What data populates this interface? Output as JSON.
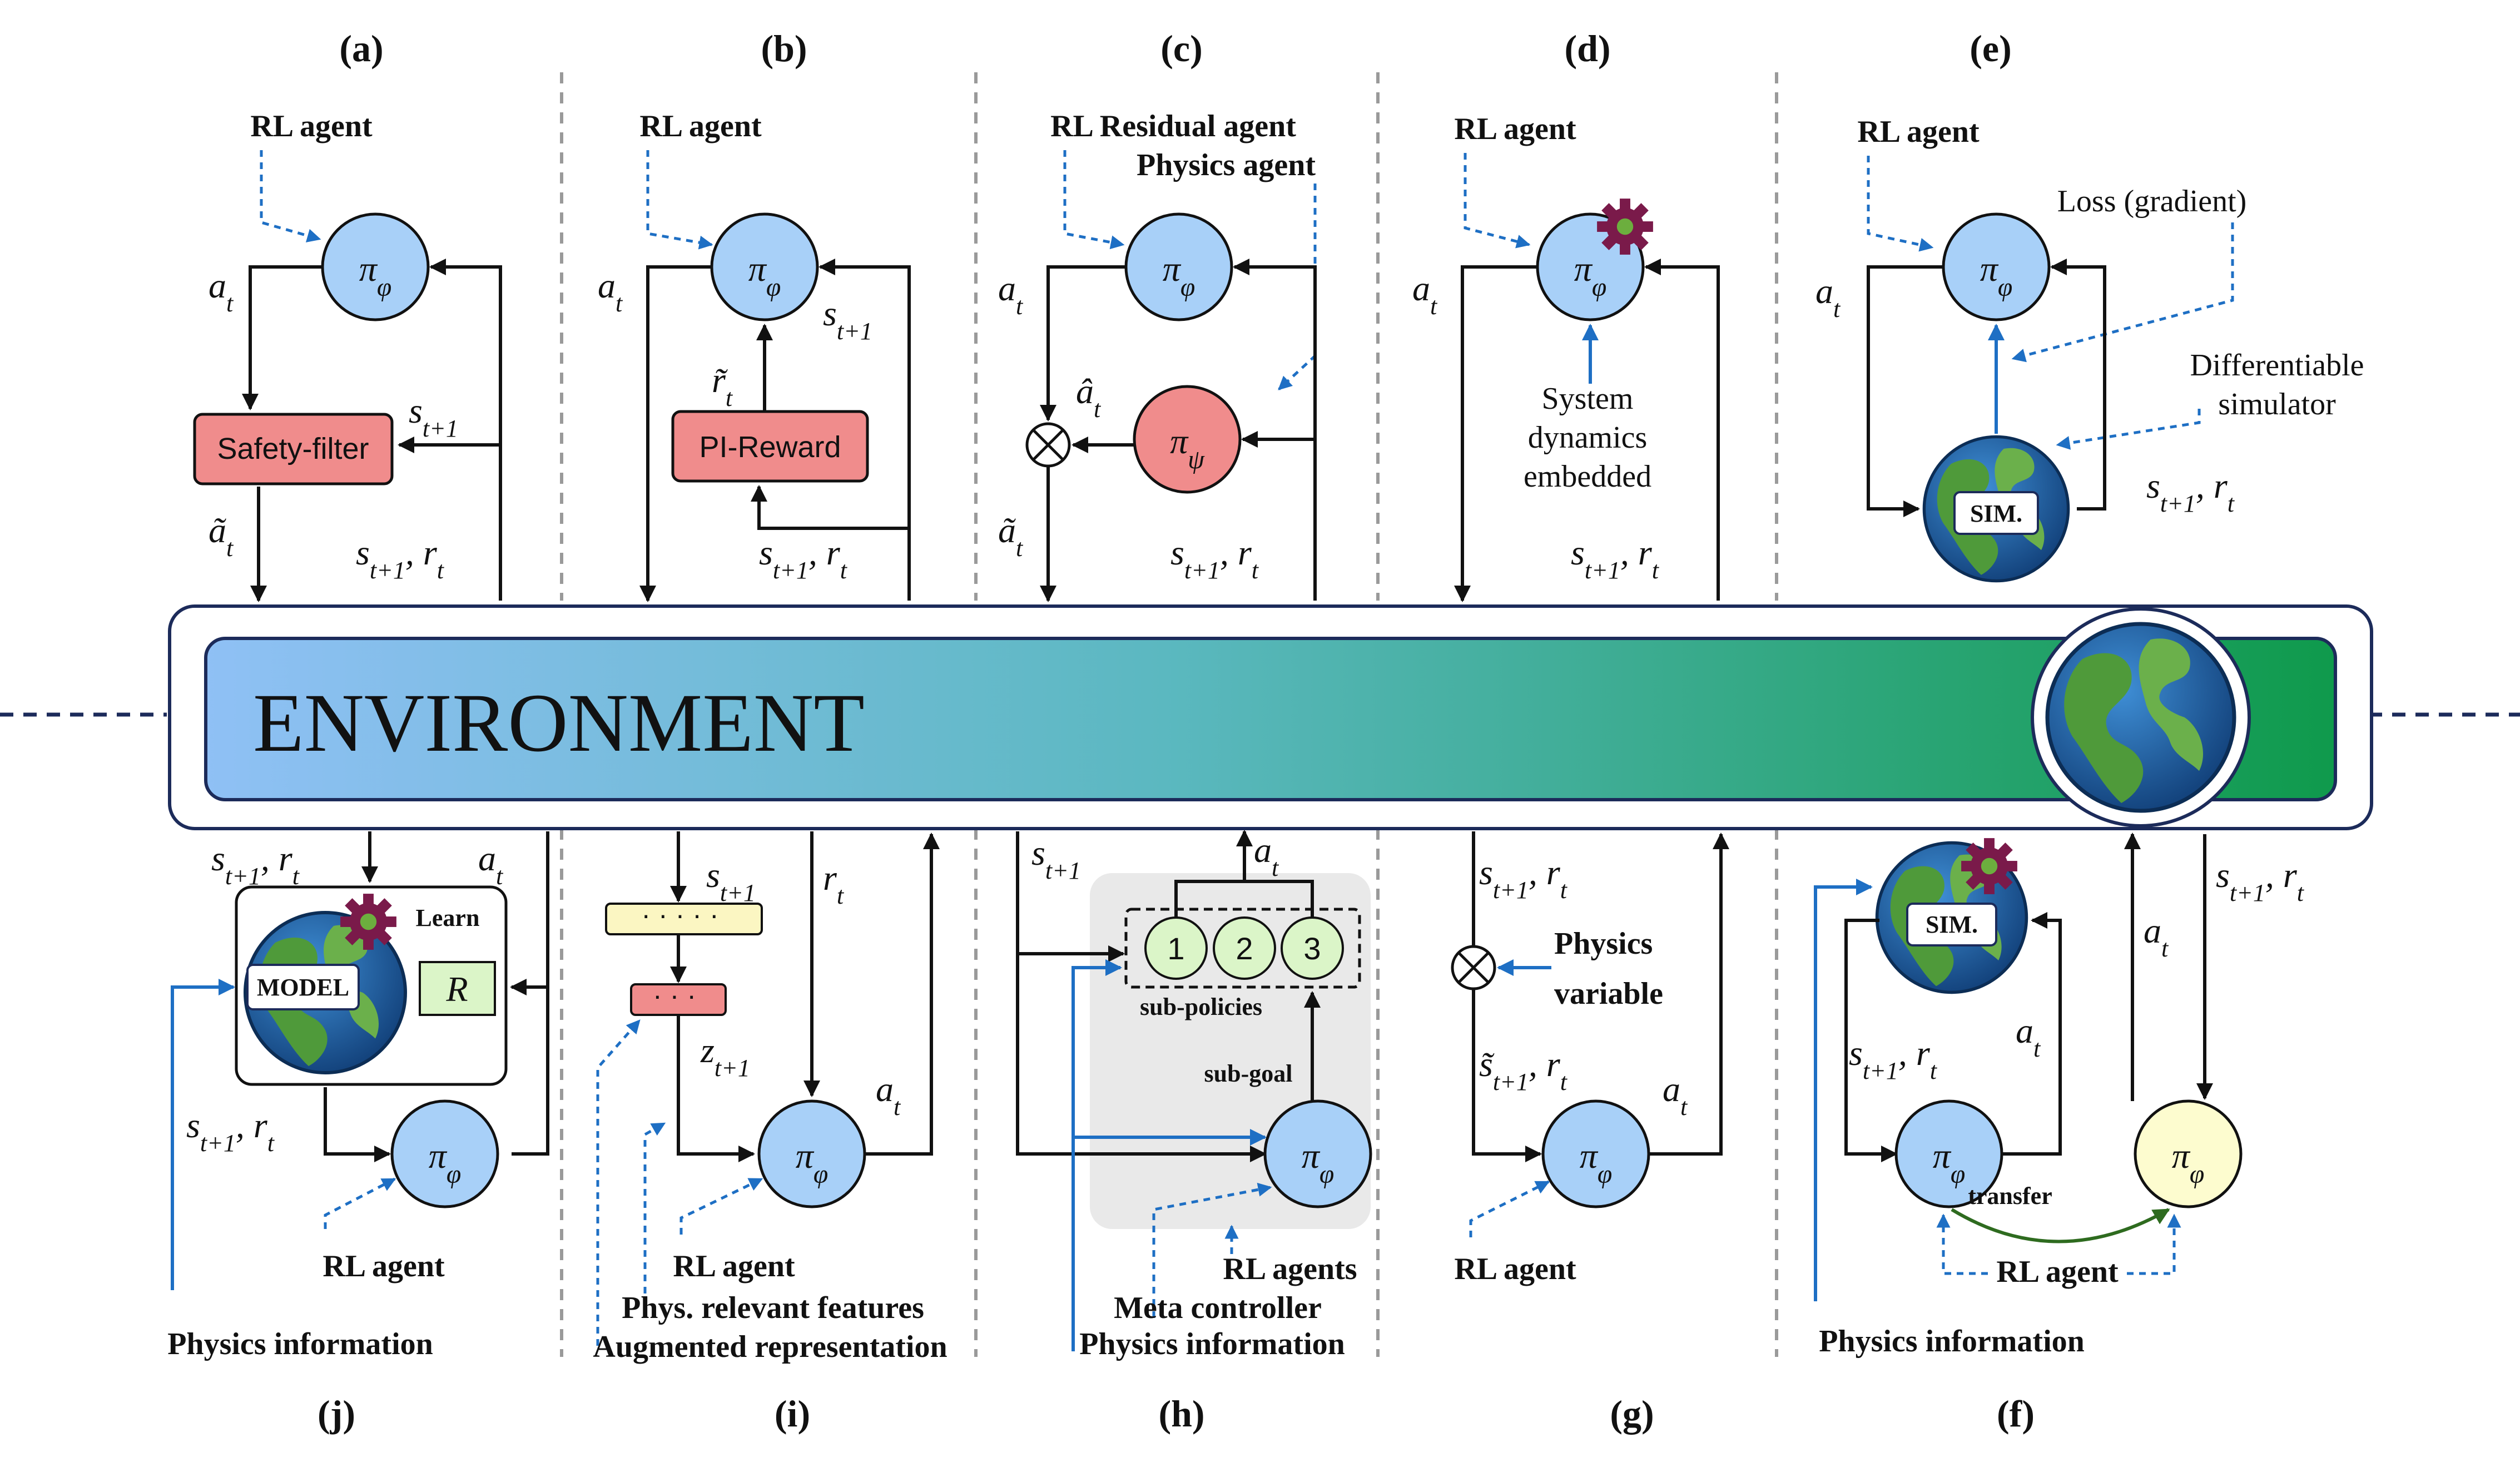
{
  "panels": {
    "a": {
      "tag": "(a)",
      "agent": "RL agent",
      "filter": "Safety-filter"
    },
    "b": {
      "tag": "(b)",
      "agent": "RL agent",
      "reward": "PI-Reward"
    },
    "c": {
      "tag": "(c)",
      "agent": "RL Residual agent",
      "agent2": "Physics agent"
    },
    "d": {
      "tag": "(d)",
      "agent": "RL agent",
      "note_l1": "System",
      "note_l2": "dynamics",
      "note_l3": "embedded"
    },
    "e": {
      "tag": "(e)",
      "agent": "RL agent",
      "loss": "Loss (gradient)",
      "sim_l1": "Differentiable",
      "sim_l2": "simulator",
      "sim_badge": "SIM."
    },
    "f": {
      "tag": "(f)",
      "agent": "RL agent",
      "transfer": "transfer",
      "info": "Physics information",
      "sim_badge": "SIM."
    },
    "g": {
      "tag": "(g)",
      "agent": "RL agent",
      "var_l1": "Physics",
      "var_l2": "variable"
    },
    "h": {
      "tag": "(h)",
      "sub_policies": "sub-policies",
      "sub_goal": "sub-goal",
      "agents": "RL agents",
      "meta": "Meta controller",
      "info": "Physics information",
      "nums": [
        "1",
        "2",
        "3"
      ]
    },
    "i": {
      "tag": "(i)",
      "agent": "RL agent",
      "feat": "Phys. relevant features",
      "aug": "Augmented representation"
    },
    "j": {
      "tag": "(j)",
      "agent": "RL agent",
      "learn": "Learn",
      "model": "MODEL",
      "r": "R",
      "info": "Physics information"
    }
  },
  "environment": {
    "label": "ENVIRONMENT"
  },
  "math": {
    "pi_phi": "π",
    "phi": "φ",
    "psi": "ψ",
    "a_t": "a",
    "t": "t",
    "s": "s",
    "r": "r",
    "t1": "t+1",
    "z": "z",
    "comma": ","
  },
  "colors": {
    "agent_blue": "#a8d0f8",
    "red_box": "#f08c8c",
    "yellow": "#fdfccf",
    "green_small": "#dbf5c8",
    "gear": "#7a1a4a",
    "env_start": "#8fc0f5",
    "env_mid": "#4fb3b6",
    "env_end": "#0f9a4c"
  },
  "icons": [
    "gear-icon",
    "globe-icon",
    "multiply-icon"
  ]
}
